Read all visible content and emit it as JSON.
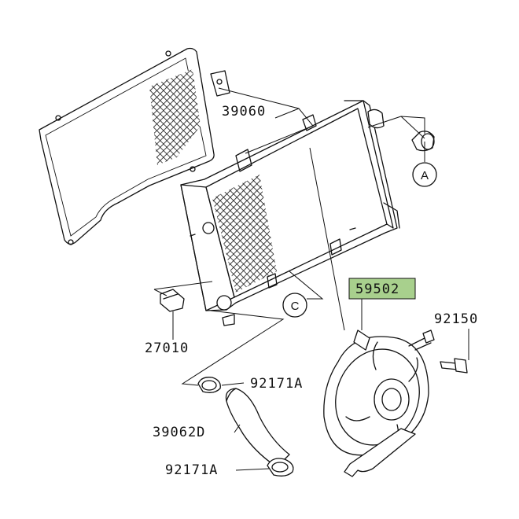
{
  "parts": {
    "p39060": "39060",
    "p59502": "59502",
    "p92150": "92150",
    "p27010": "27010",
    "p92171a_top": "92171A",
    "p39062d": "39062D",
    "p92171a_bottom": "92171A"
  },
  "callouts": {
    "a": "A",
    "c": "C"
  },
  "colors": {
    "highlight": "#a8d08d",
    "line": "#111111"
  }
}
